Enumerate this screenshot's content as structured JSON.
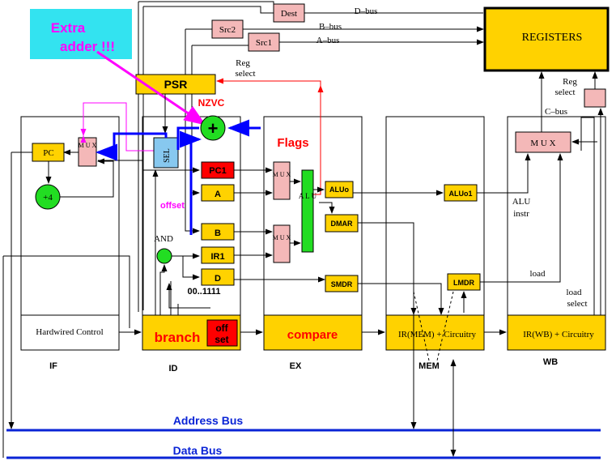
{
  "callout": {
    "text_line1": "Extra",
    "text_line2": "adder !!!",
    "bg": "#33e3f0",
    "fg": "#ff00ff"
  },
  "buses": {
    "d_bus": "D–bus",
    "b_bus": "B–bus",
    "a_bus": "A–bus",
    "c_bus": "C–bus",
    "address_bus": "Address Bus",
    "data_bus": "Data Bus"
  },
  "blocks": {
    "registers": "REGISTERS",
    "psr": "PSR",
    "dest": "Dest",
    "src1": "Src1",
    "src2": "Src2",
    "pc": "PC",
    "plus4": "+4",
    "mux": "M U X",
    "sel": "SEL",
    "pc1": "PC1",
    "a": "A",
    "b": "B",
    "ir1": "IR1",
    "d": "D",
    "alu": "A L U",
    "aluo": "ALUo",
    "dmar": "DMAR",
    "smdr": "SMDR",
    "aluo1": "ALUo1",
    "lmdr": "LMDR",
    "wb_mux": "M U X",
    "adder_symbol": "+",
    "and_gate": "AND"
  },
  "labels": {
    "reg_select_top": [
      "Reg",
      "select"
    ],
    "nzvc": "NZVC",
    "flags": "Flags",
    "offset": "offset",
    "const": "00..1111",
    "reg_select_right": [
      "Reg",
      "select"
    ],
    "alu_instr": [
      "ALU",
      "instr"
    ],
    "load": "load",
    "load_select": [
      "load",
      "select"
    ]
  },
  "stages": {
    "if_ctrl": "Hardwired Control",
    "branch": "branch",
    "offset_box": [
      "off",
      "set"
    ],
    "compare": "compare",
    "mem_ctrl": "IR(MEM) + Circuitry",
    "wb_ctrl": "IR(WB) + Circuitry",
    "names": [
      "IF",
      "ID",
      "EX",
      "MEM",
      "WB"
    ]
  },
  "colors": {
    "unit_yellow": "#ffd200",
    "reg_pink": "#f4b8b8",
    "red": "#ff0000",
    "adder_green": "#22dd22",
    "sel_blue": "#87c8ef",
    "bus_blue": "#0a24d6",
    "magenta": "#ff00ff"
  }
}
